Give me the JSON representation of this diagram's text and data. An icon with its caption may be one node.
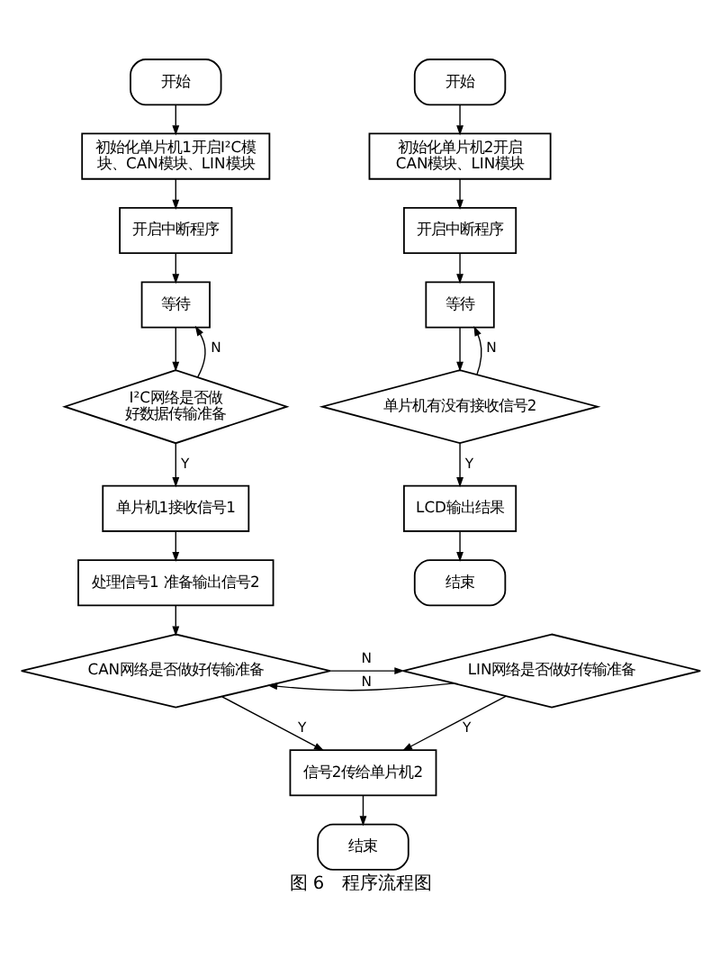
{
  "diagram": {
    "caption": "图 6　程序流程图",
    "nodes": [
      {
        "text": [
          "开始"
        ]
      },
      {
        "text": [
          "初始化单片机1开启I²C模块、CAN模块、LIN模块"
        ]
      },
      {
        "text": [
          "开启中断程序"
        ]
      },
      {
        "text": [
          "等待"
        ]
      },
      {
        "text": [
          "I²C网络是否做好数据传输准备"
        ]
      },
      {
        "text": [
          "单片机1接收信号1"
        ]
      },
      {
        "text": [
          "处理信号1 准备输出信号2"
        ]
      },
      {
        "text": [
          "CAN网络是否做好传输准备"
        ]
      },
      {
        "text": [
          "LIN网络是否做好传输准备"
        ]
      },
      {
        "text": [
          "信号2传给单片机2"
        ]
      },
      {
        "text": [
          "结束"
        ]
      },
      {
        "text": [
          "开始"
        ]
      },
      {
        "text": [
          "初始化单片机2开启CAN模块、LIN模块"
        ]
      },
      {
        "text": [
          "开启中断程序"
        ]
      },
      {
        "text": [
          "等待"
        ]
      },
      {
        "text": [
          "单片机有没有接收信号2"
        ]
      },
      {
        "text": [
          "LCD输出结果"
        ]
      },
      {
        "text": [
          "结束"
        ]
      }
    ],
    "edges": [
      {
        "from": 0,
        "to": 1,
        "arrow": "to"
      },
      {
        "from": 1,
        "to": 2,
        "arrow": "to"
      },
      {
        "from": 2,
        "to": 3,
        "arrow": "to"
      },
      {
        "from": 3,
        "to": 4,
        "arrow": "to"
      },
      {
        "from": 4,
        "to": 3,
        "arrow": "to",
        "label": "N"
      },
      {
        "from": 4,
        "to": 5,
        "arrow": "to",
        "label": "Y"
      },
      {
        "from": 5,
        "to": 6,
        "arrow": "to"
      },
      {
        "from": 6,
        "to": 7,
        "arrow": "to"
      },
      {
        "from": 7,
        "to": 8,
        "arrow": "to",
        "label": "N"
      },
      {
        "from": 8,
        "to": 7,
        "arrow": "to",
        "label": "N"
      },
      {
        "from": 7,
        "to": 9,
        "arrow": "to",
        "label": "Y"
      },
      {
        "from": 8,
        "to": 9,
        "arrow": "to",
        "label": "Y"
      },
      {
        "from": 9,
        "to": 10,
        "arrow": "to"
      },
      {
        "from": 11,
        "to": 12,
        "arrow": "to"
      },
      {
        "from": 12,
        "to": 13,
        "arrow": "to"
      },
      {
        "from": 13,
        "to": 14,
        "arrow": "to"
      },
      {
        "from": 14,
        "to": 15,
        "arrow": "to"
      },
      {
        "from": 15,
        "to": 14,
        "arrow": "to",
        "label": "N"
      },
      {
        "from": 15,
        "to": 16,
        "arrow": "to",
        "label": "Y"
      },
      {
        "from": 16,
        "to": 17,
        "arrow": "to"
      }
    ]
  }
}
